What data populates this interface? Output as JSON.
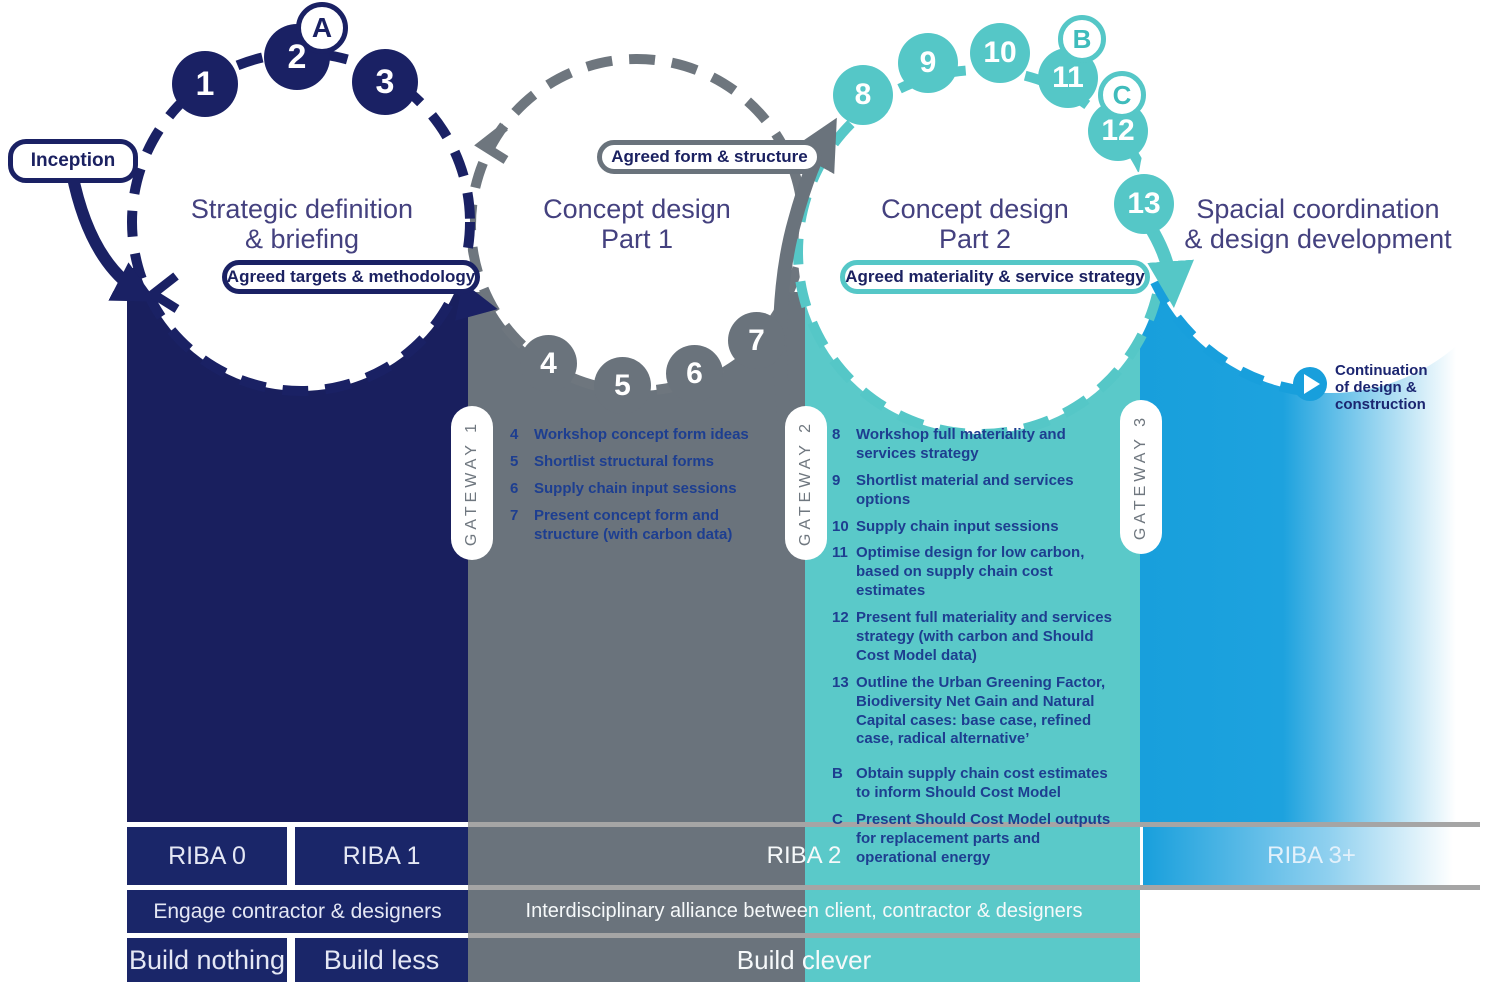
{
  "colors": {
    "navy": "#1a2164",
    "gray": "#6a737c",
    "teal": "#55c7c7",
    "blue": "#189fdc",
    "separator": "#a5a5a5"
  },
  "inception": {
    "label": "Inception"
  },
  "stages": [
    {
      "title_line1": "Strategic definition",
      "title_line2": "& briefing",
      "pill": "Agreed targets & methodology",
      "steps": [
        "1",
        "2",
        "3"
      ],
      "milestone": "A"
    },
    {
      "title_line1": "Concept design",
      "title_line2": "Part 1",
      "pill": "Agreed form & structure",
      "steps": [
        "4",
        "5",
        "6",
        "7"
      ]
    },
    {
      "title_line1": "Concept design",
      "title_line2": "Part 2",
      "pill": "Agreed materiality & service strategy",
      "steps": [
        "8",
        "9",
        "10",
        "11",
        "12",
        "13"
      ],
      "milestone_b": "B",
      "milestone_c": "C"
    },
    {
      "title_line1": "Spacial coordination",
      "title_line2": "& design development"
    }
  ],
  "continuation": {
    "line1": "Continuation",
    "line2": "of design &",
    "line3": "construction"
  },
  "gateways": [
    {
      "label": "GATEWAY 1"
    },
    {
      "label": "GATEWAY 2"
    },
    {
      "label": "GATEWAY 3"
    }
  ],
  "gateway1_list": [
    {
      "num": "4",
      "text": "Workshop concept form ideas"
    },
    {
      "num": "5",
      "text": "Shortlist structural forms"
    },
    {
      "num": "6",
      "text": "Supply chain input sessions"
    },
    {
      "num": "7",
      "text": "Present concept form and structure (with carbon data)"
    }
  ],
  "gateway2_list": [
    {
      "num": "8",
      "text": "Workshop full materiality and services strategy"
    },
    {
      "num": "9",
      "text": "Shortlist material and services options"
    },
    {
      "num": "10",
      "text": "Supply chain input sessions"
    },
    {
      "num": "11",
      "text": "Optimise design for low carbon, based on supply chain cost estimates"
    },
    {
      "num": "12",
      "text": "Present full materiality and services strategy (with carbon and Should Cost Model data)"
    },
    {
      "num": "13",
      "text": "Outline the Urban Greening Factor, Biodiversity Net Gain and Natural Capital cases: base case, refined case, radical alternative’"
    }
  ],
  "gateway2_extra": [
    {
      "num": "B",
      "text": "Obtain supply chain cost estimates to inform Should Cost Model"
    },
    {
      "num": "C",
      "text": "Present Should Cost Model outputs for replacement parts and operational energy"
    }
  ],
  "footer": {
    "riba0": "RIBA 0",
    "riba1": "RIBA 1",
    "riba2": "RIBA 2",
    "riba3": "RIBA 3+",
    "engage": "Engage contractor & designers",
    "alliance": "Interdisciplinary alliance between client, contractor & designers",
    "build_nothing": "Build nothing",
    "build_less": "Build less",
    "build_clever": "Build clever"
  }
}
